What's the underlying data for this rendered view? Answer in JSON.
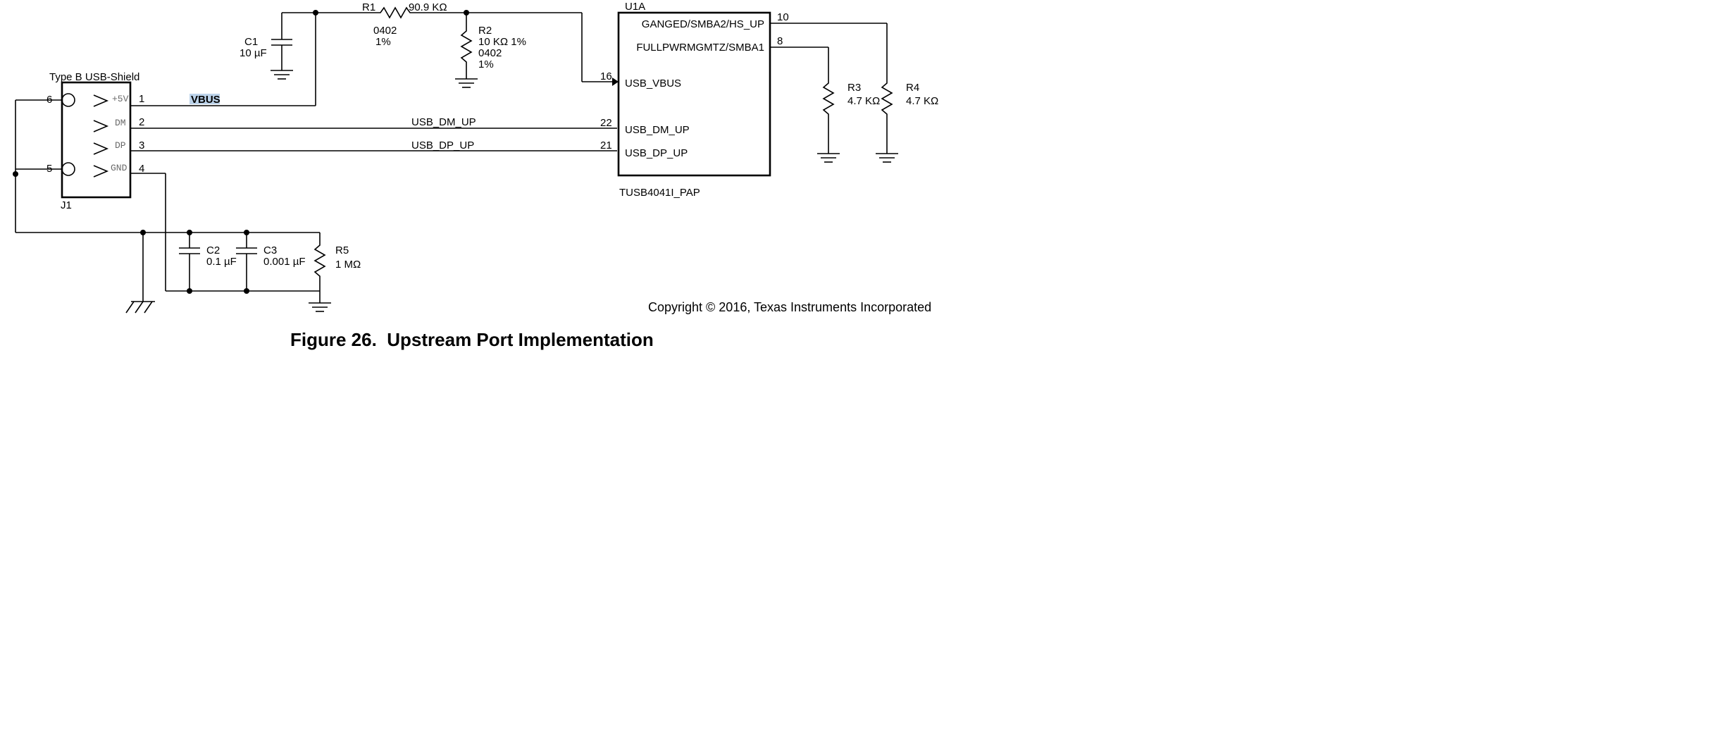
{
  "connector": {
    "title": "Type B USB-Shield",
    "ref": "J1",
    "pins": [
      {
        "num": "1",
        "name": "+5V"
      },
      {
        "num": "2",
        "name": "DM"
      },
      {
        "num": "3",
        "name": "DP"
      },
      {
        "num": "4",
        "name": "GND"
      }
    ],
    "shield_pins": [
      "6",
      "5"
    ]
  },
  "nets": {
    "vbus": "VBUS",
    "dm": "USB_DM_UP",
    "dp": "USB_DP_UP"
  },
  "components": {
    "c1": {
      "ref": "C1",
      "value": "10 µF"
    },
    "r1": {
      "ref": "R1",
      "value": "90.9 KΩ",
      "package": "0402",
      "tol": "1%"
    },
    "r2": {
      "ref": "R2",
      "value": "10 KΩ 1%",
      "package": "0402",
      "tol": "1%"
    },
    "r3": {
      "ref": "R3",
      "value": "4.7 KΩ"
    },
    "r4": {
      "ref": "R4",
      "value": "4.7 KΩ"
    },
    "c2": {
      "ref": "C2",
      "value": "0.1 µF"
    },
    "c3": {
      "ref": "C3",
      "value": "0.001 µF"
    },
    "r5": {
      "ref": "R5",
      "value": "1 MΩ"
    }
  },
  "ic": {
    "ref": "U1A",
    "part": "TUSB4041I_PAP",
    "pins": [
      {
        "num": "10",
        "name": "GANGED/SMBA2/HS_UP"
      },
      {
        "num": "8",
        "name": "FULLPWRMGMTZ/SMBA1"
      },
      {
        "num": "16",
        "name": "USB_VBUS"
      },
      {
        "num": "22",
        "name": "USB_DM_UP"
      },
      {
        "num": "21",
        "name": "USB_DP_UP"
      }
    ]
  },
  "copyright": "Copyright © 2016, Texas Instruments Incorporated",
  "caption": "Figure 26.  Upstream Port Implementation"
}
